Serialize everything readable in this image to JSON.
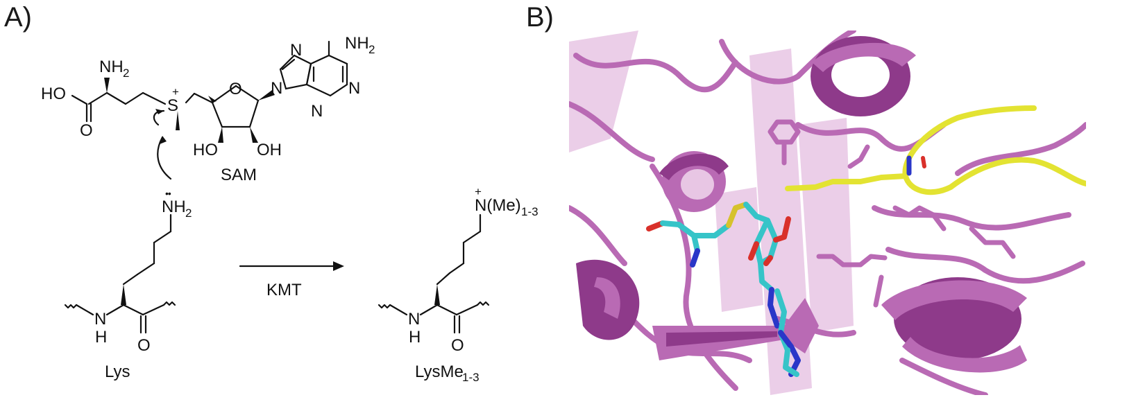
{
  "panels": {
    "a_label": "A)",
    "b_label": "B)"
  },
  "sam": {
    "nh2_top": "NH",
    "nh2_top_sub": "2",
    "ho_acid": "HO",
    "o_acid": "O",
    "s_atom": "S",
    "s_charge": "+",
    "o_ring": "O",
    "n9": "N",
    "n7": "N",
    "n1": "N",
    "n3": "N",
    "nh2_adenine": "NH",
    "nh2_adenine_sub": "2",
    "oh_left": "HO",
    "oh_right": "OH",
    "name": "SAM"
  },
  "lys": {
    "lone_pair": "••",
    "nh2": "NH",
    "nh2_sub": "2",
    "nh": "N",
    "h": "H",
    "o": "O",
    "name": "Lys"
  },
  "arrow": {
    "enzyme": "KMT"
  },
  "product": {
    "n_plus": "+",
    "n_methyl": "N(Me)",
    "n_methyl_sub": "1-3",
    "nh": "N",
    "h": "H",
    "o": "O",
    "name_main": "LysMe",
    "name_sub": "1-3"
  },
  "structure": {
    "colors": {
      "protein": "#b96ab4",
      "protein_dark": "#8e3a8a",
      "protein_light": "#dcb0d8",
      "peptide": "#e3e332",
      "ligand_carbon": "#36c4c8",
      "oxygen": "#d9302a",
      "nitrogen": "#2a36c8",
      "sulfur": "#d6c22c"
    }
  }
}
